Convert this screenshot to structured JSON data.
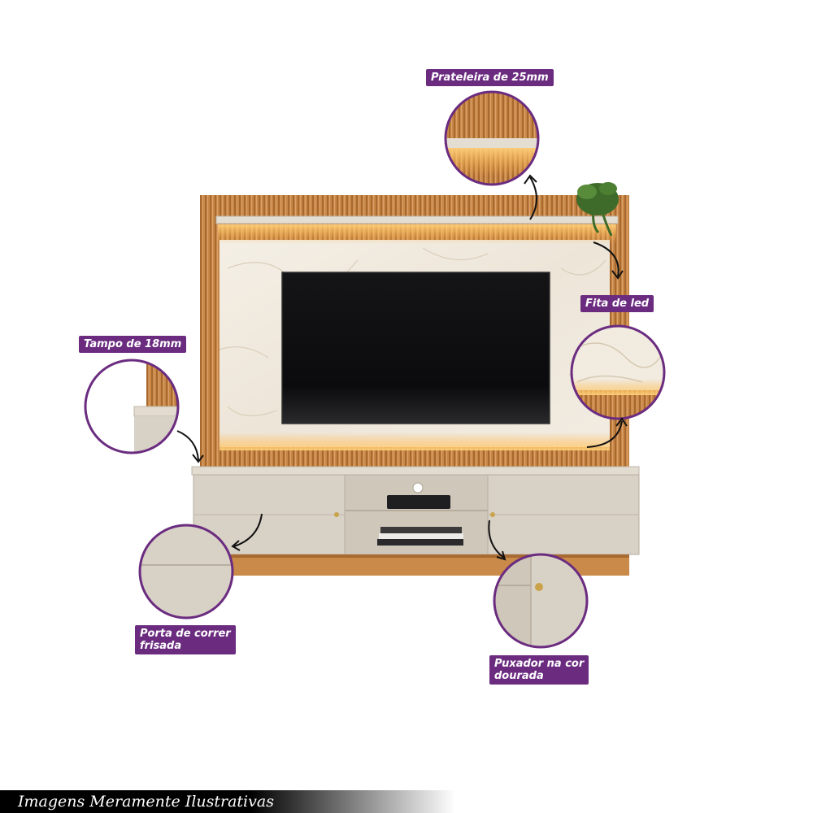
{
  "callouts": {
    "shelf": "Prateleira de 25mm",
    "led": "Fita de led",
    "top": "Tampo de 18mm",
    "door_line1": "Porta de correr",
    "door_line2": "frisada",
    "handle_line1": "Puxador na cor",
    "handle_line2": "dourada"
  },
  "footer": {
    "disclaimer": "Imagens Meramente Ilustrativas"
  },
  "colors": {
    "accent": "#6b2c80",
    "wood": "#c98a4a",
    "wood_dark": "#a86a30",
    "marble": "#f1ebe0",
    "cabinet": "#d8d1c6",
    "led_glow": "#ffb347",
    "tv": "#0d0d0f"
  }
}
